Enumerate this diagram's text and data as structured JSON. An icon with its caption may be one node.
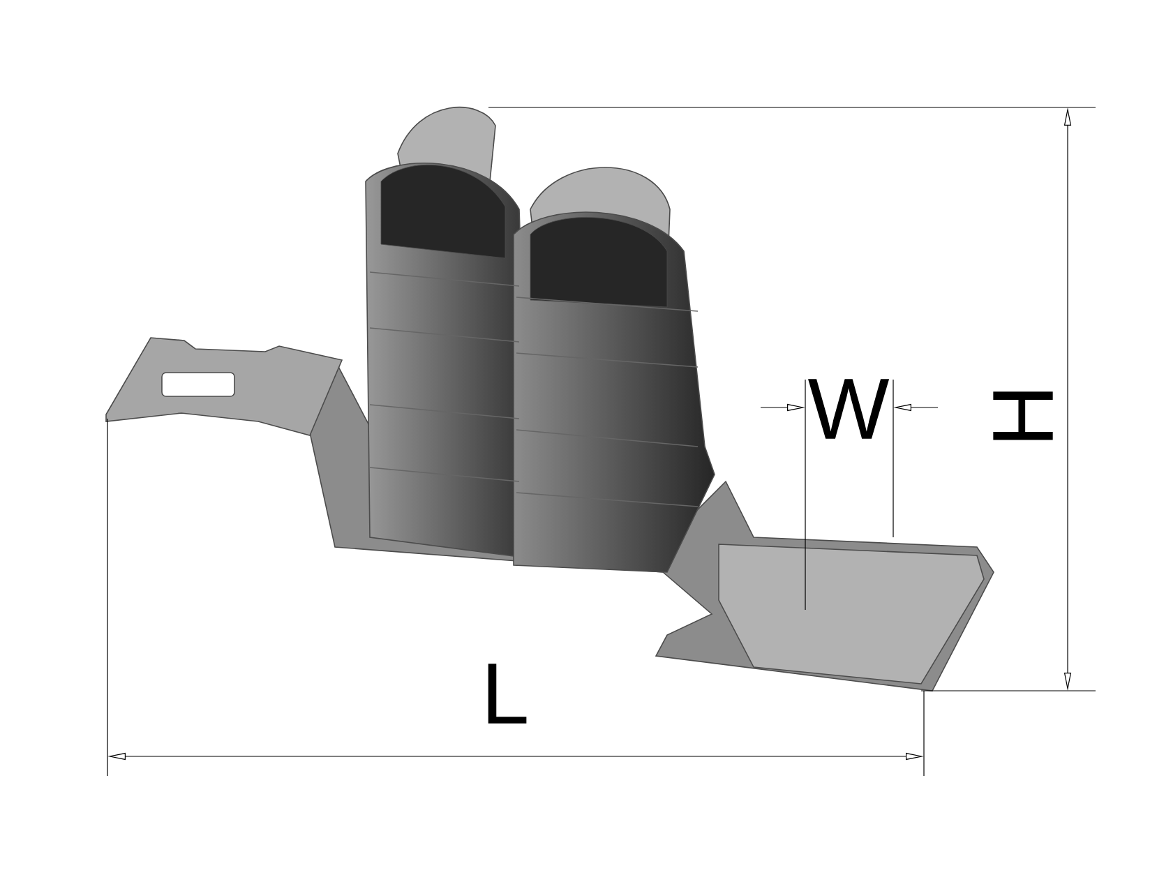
{
  "diagram": {
    "labels": [
      "W",
      "H",
      "L"
    ]
  }
}
